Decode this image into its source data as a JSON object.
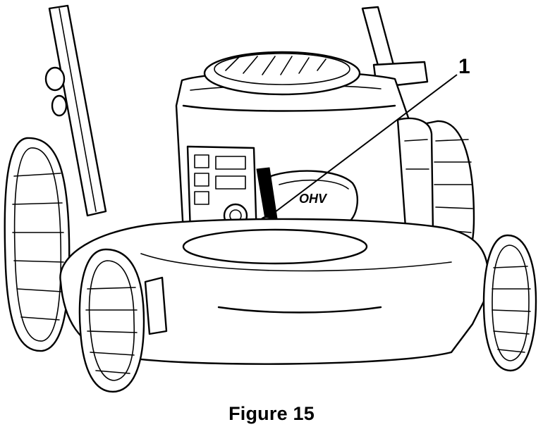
{
  "figure": {
    "callout_number": "1",
    "engine_badge_text": "OHV",
    "caption": "Figure 15"
  }
}
